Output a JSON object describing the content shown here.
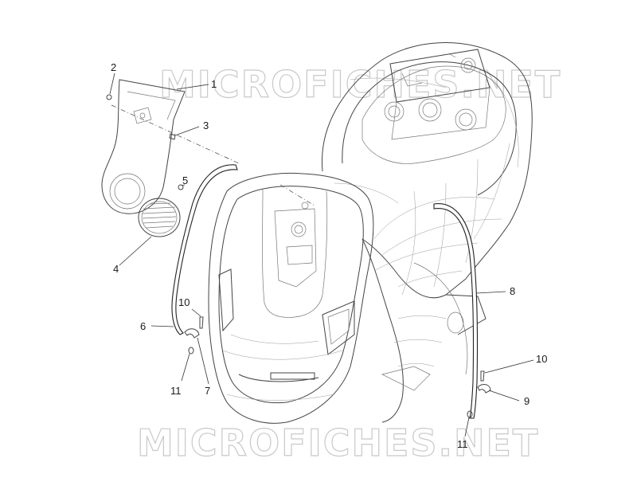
{
  "watermark": {
    "top_text": "MICROFICHES.NET",
    "bottom_text": "MICROFICHES.NET"
  },
  "callouts": [
    {
      "id": "c1",
      "label": "1"
    },
    {
      "id": "c2",
      "label": "2"
    },
    {
      "id": "c3",
      "label": "3"
    },
    {
      "id": "c4",
      "label": "4"
    },
    {
      "id": "c5",
      "label": "5"
    },
    {
      "id": "c6",
      "label": "6"
    },
    {
      "id": "c7",
      "label": "7"
    },
    {
      "id": "c8",
      "label": "8"
    },
    {
      "id": "c9",
      "label": "9"
    },
    {
      "id": "c10a",
      "label": "10"
    },
    {
      "id": "c10b",
      "label": "10"
    },
    {
      "id": "c11a",
      "label": "11"
    },
    {
      "id": "c11b",
      "label": "11"
    }
  ]
}
